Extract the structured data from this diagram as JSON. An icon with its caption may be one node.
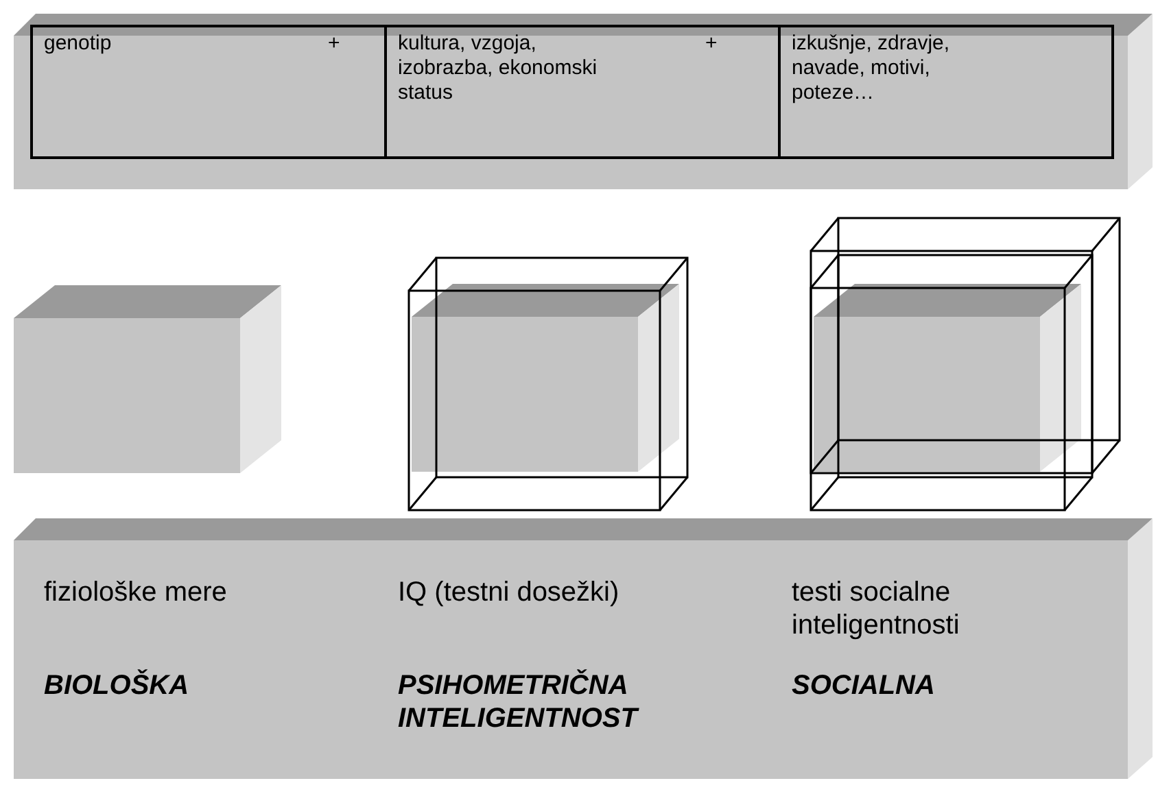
{
  "diagram": {
    "nodes": [
      {
        "text": [],
        "shape": "box"
      },
      {
        "text": [
          "genotip",
          "+"
        ],
        "in": 0
      },
      {
        "text": [
          "kultura, vzgoja, izobrazba, ekonomski status",
          "+"
        ],
        "in": 0
      },
      {
        "text": [
          "izkušnje, zdravje, navade, motivi, poteze…"
        ],
        "in": 0
      },
      {
        "text": [],
        "shape": "box"
      },
      {
        "text": [],
        "shape": "box"
      },
      {
        "text": [],
        "shape": "box"
      },
      {
        "text": [
          "fiziološke mere",
          "IQ (testni dosežki)",
          "testi socialne inteligentnosti",
          "BIOLOŠKA",
          "PSIHOMETRIČNA INTELIGENTNOST",
          "SOCIALNA"
        ]
      }
    ],
    "edges": []
  }
}
